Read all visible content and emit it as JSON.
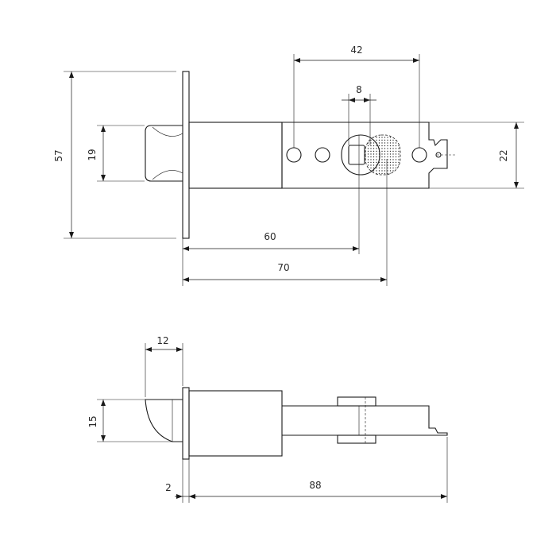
{
  "top_view": {
    "dimensions": {
      "faceplate_height": "57",
      "latch_height": "19",
      "hole_spacing": "42",
      "spindle_width": "8",
      "tail_height": "22",
      "backset_short": "60",
      "backset_long": "70"
    }
  },
  "side_view": {
    "dimensions": {
      "latch_projection": "12",
      "latch_thickness": "15",
      "plate_thickness": "2",
      "total_length": "88"
    }
  }
}
